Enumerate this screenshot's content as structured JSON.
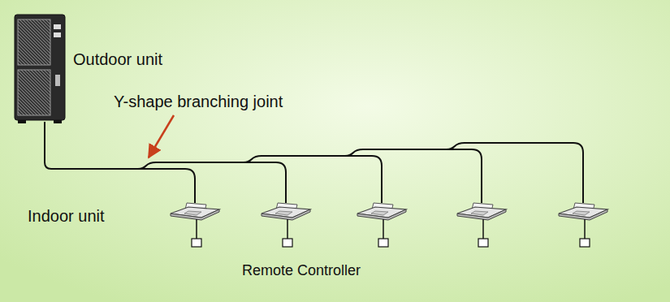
{
  "diagram": {
    "labels": [
      "Outdoor unit",
      "Y-shape branching joint",
      "Indoor unit",
      "Remote Controller"
    ]
  }
}
